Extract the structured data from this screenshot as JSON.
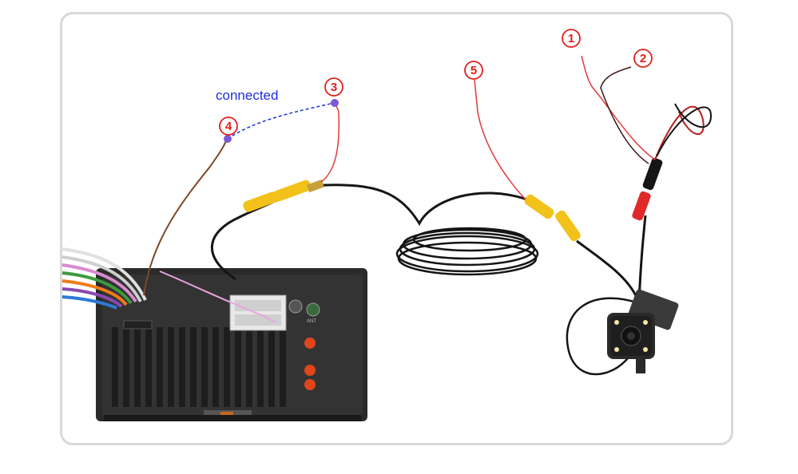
{
  "annotation": {
    "status_text": "connected",
    "status_color": "#1d2ee0",
    "marker_color": "#e0201b"
  },
  "markers": [
    {
      "label": "1"
    },
    {
      "label": "2"
    },
    {
      "label": "3"
    },
    {
      "label": "4"
    },
    {
      "label": "5"
    }
  ],
  "components": {
    "head_unit_panel_text": "ANT",
    "camera": "rear-view-camera",
    "connector_color": "#f2c21b"
  }
}
